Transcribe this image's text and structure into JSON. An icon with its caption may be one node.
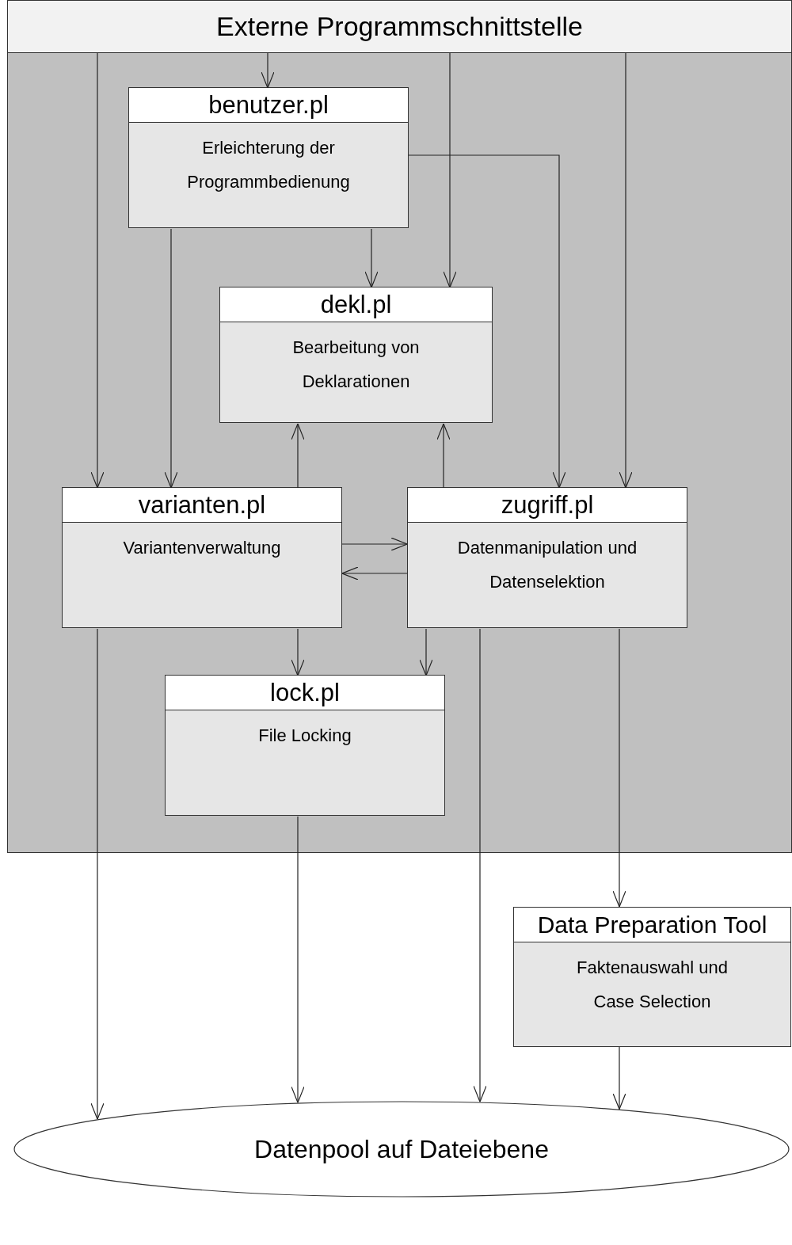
{
  "diagram": {
    "nodes": [
      {
        "text": [
          "Externe Programmschnittstelle"
        ]
      },
      {
        "text": [],
        "shape": "box"
      },
      {
        "text": [
          "benutzer.pl",
          "Erleichterung der Programmbedienung"
        ],
        "in": 1
      },
      {
        "text": [
          "dekl.pl",
          "Bearbeitung von Deklarationen"
        ],
        "in": 1
      },
      {
        "text": [
          "varianten.pl",
          "Variantenverwaltung"
        ],
        "in": 1
      },
      {
        "text": [
          "zugriff.pl",
          "Datenmanipulation und Datenselektion"
        ],
        "in": 1
      },
      {
        "text": [
          "lock.pl",
          "File Locking"
        ],
        "in": 1
      },
      {
        "text": [
          "Data Preparation Tool",
          "Faktenauswahl und Case Selection"
        ]
      },
      {
        "text": [
          "Datenpool auf Dateiebene"
        ]
      }
    ],
    "edges": [
      {
        "from": 0,
        "to": 2,
        "arrow": "to"
      },
      {
        "from": 0,
        "to": 4,
        "arrow": "to"
      },
      {
        "from": 0,
        "to": 3,
        "arrow": "to"
      },
      {
        "from": 0,
        "to": 5,
        "arrow": "to"
      },
      {
        "from": 2,
        "to": 3,
        "arrow": "to"
      },
      {
        "from": 2,
        "to": 4,
        "arrow": "to"
      },
      {
        "from": 2,
        "to": 5,
        "arrow": "to"
      },
      {
        "from": 4,
        "to": 3,
        "arrow": "to"
      },
      {
        "from": 5,
        "to": 3,
        "arrow": "to"
      },
      {
        "from": 4,
        "to": 5,
        "arrow": "to"
      },
      {
        "from": 5,
        "to": 4,
        "arrow": "to"
      },
      {
        "from": 4,
        "to": 6,
        "arrow": "to"
      },
      {
        "from": 5,
        "to": 6,
        "arrow": "to"
      },
      {
        "from": 4,
        "to": 8,
        "arrow": "to"
      },
      {
        "from": 6,
        "to": 8,
        "arrow": "to"
      },
      {
        "from": 5,
        "to": 8,
        "arrow": "to"
      },
      {
        "from": 5,
        "to": 7,
        "arrow": "to"
      },
      {
        "from": 7,
        "to": 8,
        "arrow": "to"
      }
    ]
  }
}
